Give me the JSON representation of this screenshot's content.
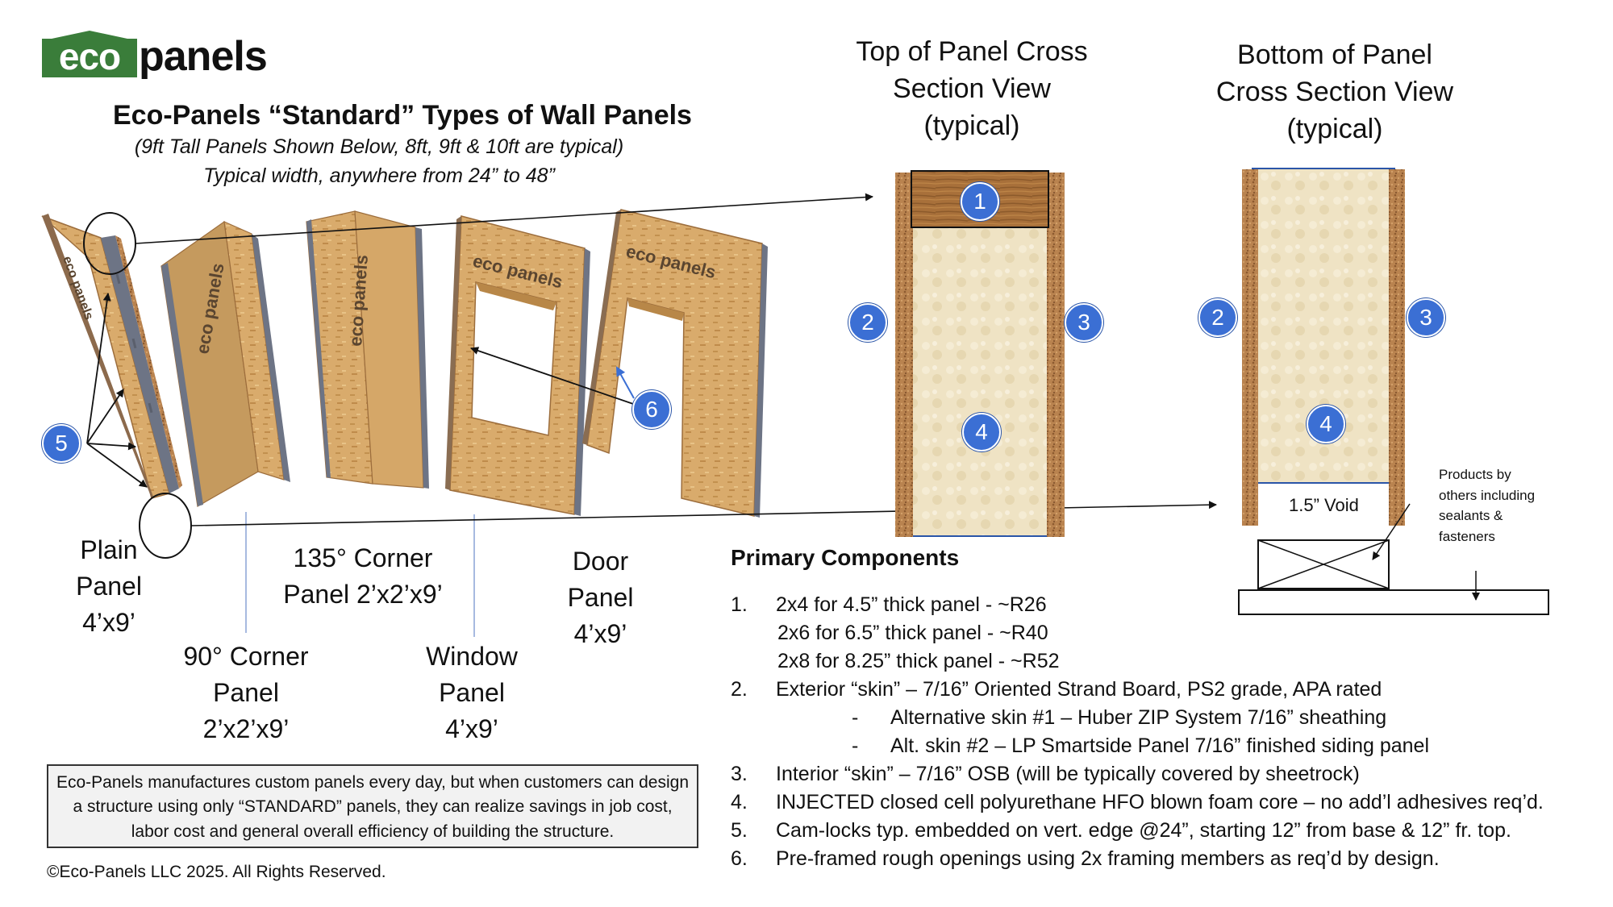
{
  "logo": {
    "part1": "eco",
    "part2": "panels",
    "brand_green": "#3a7d3a"
  },
  "header": {
    "title": "Eco-Panels “Standard” Types of Wall Panels",
    "subtitle1": "(9ft Tall Panels Shown Below, 8ft, 9ft & 10ft are typical)",
    "subtitle2": "Typical width, anywhere from 24” to 48”"
  },
  "top_view": {
    "title": "Top of Panel Cross Section View (typical)"
  },
  "bottom_view": {
    "title": "Bottom of Panel Cross Section View (typical)",
    "void_label": "1.5” Void"
  },
  "products_note": "Products by others including sealants & fasteners",
  "panel_labels": {
    "plain": "Plain Panel 4’x9’",
    "corner90": "90° Corner Panel 2’x2’x9’",
    "corner135": "135° Corner Panel 2’x2’x9’",
    "window": "Window Panel 4’x9’",
    "door": "Door Panel 4’x9’"
  },
  "panel_print": {
    "brand_text": "eco panels"
  },
  "badges": {
    "b1": "1",
    "b2": "2",
    "b3": "3",
    "b4": "4",
    "b5": "5",
    "b6": "6"
  },
  "primary_components": {
    "heading": "Primary Components",
    "items": [
      {
        "num": "1.",
        "text": "2x4 for 4.5” thick panel - ~R26"
      },
      {
        "num": "",
        "text": "2x6 for 6.5” thick panel - ~R40"
      },
      {
        "num": "",
        "text": "2x8 for 8.25” thick panel - ~R52"
      },
      {
        "num": "2.",
        "text": "Exterior “skin” – 7/16” Oriented Strand Board, PS2 grade, APA rated"
      },
      {
        "num": "3.",
        "text": "Interior “skin” – 7/16” OSB (will be typically covered by sheetrock)"
      },
      {
        "num": "4.",
        "text": "INJECTED closed cell polyurethane HFO blown foam core – no add’l adhesives req’d."
      },
      {
        "num": "5.",
        "text": "Cam-locks typ. embedded on vert. edge @24”, starting 12” from base & 12” fr. top."
      },
      {
        "num": "6.",
        "text": "Pre-framed rough openings using 2x framing members as req’d by design."
      }
    ],
    "subitems": [
      {
        "dash": "-",
        "text": "Alternative skin #1 – Huber ZIP System 7/16” sheathing"
      },
      {
        "dash": "-",
        "text": "Alt. skin #2 – LP Smartside Panel 7/16” finished siding panel"
      }
    ]
  },
  "note_box": "Eco-Panels manufactures custom panels every day, but when customers can design a structure using only “STANDARD” panels, they can realize savings in job cost, labor cost and general overall efficiency of building the structure.",
  "copyright": "©Eco-Panels LLC  2025.  All Rights Reserved.",
  "colors": {
    "osb": "#d9ab6c",
    "osb_dark": "#b88748",
    "osb_edge": "#a8744a",
    "foam": "#efe3c4",
    "wood": "#a8703a",
    "badge": "#3b6fd4"
  }
}
